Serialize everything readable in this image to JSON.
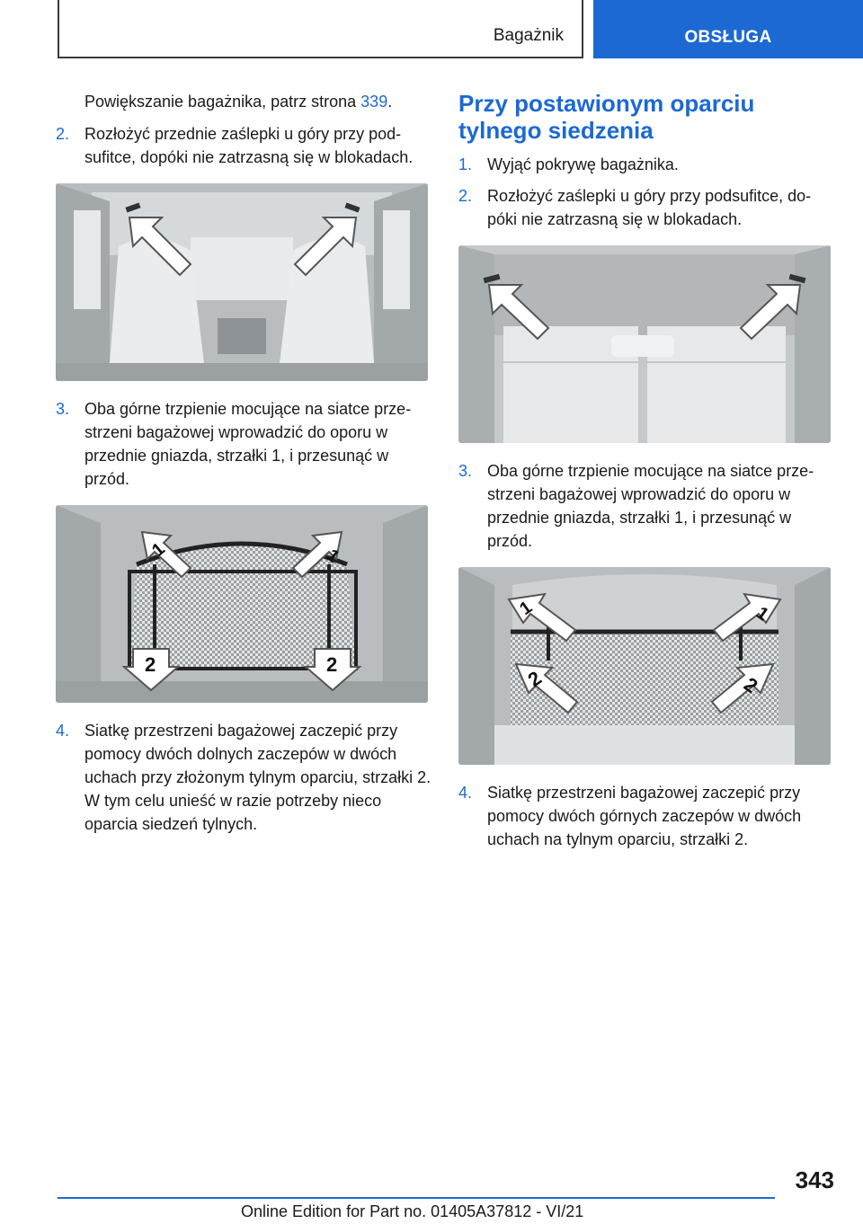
{
  "header": {
    "section_title": "Bagażnik",
    "chapter_tab": "OBSŁUGA"
  },
  "left_column": {
    "continuation_text": "Powiększanie bagażnika, patrz strona ",
    "continuation_link": "339",
    "continuation_end": ".",
    "step2": {
      "number": "2.",
      "text": "Rozłożyć przednie zaślepki u góry przy pod­sufitce, dopóki nie zatrzasną się w blokadach."
    },
    "step3": {
      "number": "3.",
      "text": "Oba górne trzpienie mocujące na siatce prze­strzeni bagażowej wprowadzić do oporu w przednie gniazda, strzałki 1, i przesunąć w przód."
    },
    "step4": {
      "number": "4.",
      "text": "Siatkę przestrzeni bagażowej zaczepić przy pomocy dwóch dolnych zaczepów w dwóch uchach przy złożonym tylnym oparciu, strzałki 2. W tym celu unieść w razie potrzeby nieco oparcia siedzeń tylnych."
    },
    "figure2_labels": {
      "top_left": "1",
      "top_right": "1",
      "bottom_left": "2",
      "bottom_right": "2"
    }
  },
  "right_column": {
    "heading": "Przy postawionym oparciu tylnego siedzenia",
    "step1": {
      "number": "1.",
      "text": "Wyjąć pokrywę bagażnika."
    },
    "step2": {
      "number": "2.",
      "text": "Rozłożyć zaślepki u góry przy podsufitce, do­póki nie zatrzasną się w blokadach."
    },
    "step3": {
      "number": "3.",
      "text": "Oba górne trzpienie mocujące na siatce prze­strzeni bagażowej wprowadzić do oporu w przednie gniazda, strzałki 1, i przesunąć w przód."
    },
    "step4": {
      "number": "4.",
      "text": "Siatkę przestrzeni bagażowej zaczepić przy pomocy dwóch górnych zaczepów w dwóch uchach na tylnym oparciu, strzałki 2."
    },
    "figure2_labels": {
      "top_left": "1",
      "top_right": "1",
      "bottom_left": "2",
      "bottom_right": "2"
    }
  },
  "footer": {
    "page_number": "343",
    "edition_text": "Online Edition for Part no. 01405A37812 - VI/21"
  },
  "colors": {
    "accent_blue": "#1c69d4",
    "text": "#1a1a1a"
  }
}
